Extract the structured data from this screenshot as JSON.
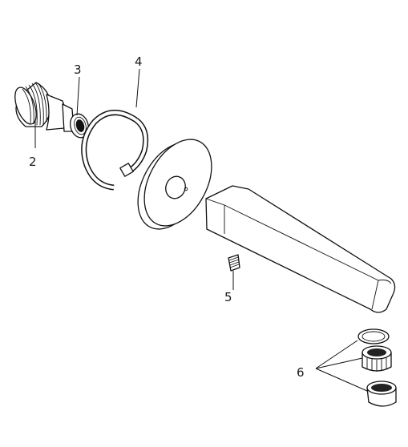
{
  "diagram": {
    "callouts": [
      {
        "id": "callout-2",
        "label": "2"
      },
      {
        "id": "callout-3",
        "label": "3"
      },
      {
        "id": "callout-4",
        "label": "4"
      },
      {
        "id": "callout-5",
        "label": "5"
      },
      {
        "id": "callout-6",
        "label": "6"
      }
    ]
  }
}
